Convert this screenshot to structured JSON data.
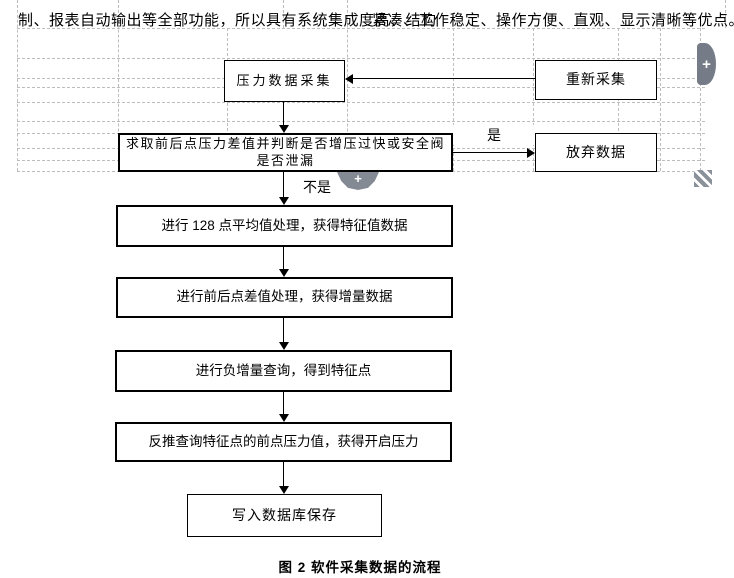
{
  "page": {
    "top_text_left": "制、报表自动输出等全部功能，所以具有系统集成度高、结构",
    "top_text_right": "紧凑、工作稳定、操作方便、直观、显示清晰等优点。",
    "caption": "图 2 软件采集数据的流程"
  },
  "flowchart": {
    "boxes": [
      {
        "id": "pressure-collect",
        "label": "压力数据采集"
      },
      {
        "id": "recollect",
        "label": "重新采集"
      },
      {
        "id": "judge",
        "label": "求取前后点压力差值并判断是否增压过快或安全阀是否泄漏"
      },
      {
        "id": "discard-data",
        "label": "放弃数据"
      },
      {
        "id": "average-128",
        "label": "进行 128 点平均值处理，获得特征值数据"
      },
      {
        "id": "difference",
        "label": "进行前后点差值处理，获得增量数据"
      },
      {
        "id": "neg-increment",
        "label": "进行负增量查询，得到特征点"
      },
      {
        "id": "back-derive",
        "label": "反推查询特征点的前点压力值，获得开启压力"
      },
      {
        "id": "write-db",
        "label": "写入数据库保存"
      }
    ],
    "branch_labels": {
      "yes": "是",
      "no": "不是"
    }
  },
  "widgets": {
    "plus_symbol": "+",
    "colors": {
      "handle_gray": "#757c87",
      "gridline_gray": "#bdbdbd",
      "line_black": "#000000"
    }
  }
}
